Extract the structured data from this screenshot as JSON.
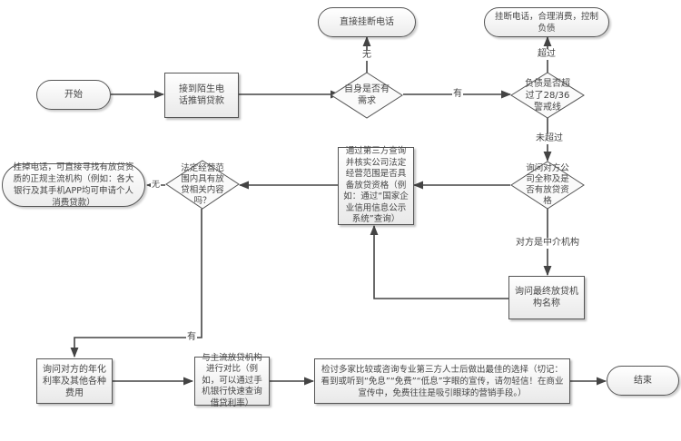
{
  "diagram": {
    "title": "",
    "nodes": {
      "start": {
        "label": "开始",
        "shape": "terminal"
      },
      "receive_call": {
        "label": "接到陌生电话推销贷款",
        "shape": "process"
      },
      "need_check": {
        "label": "自身是否有需求",
        "shape": "decision"
      },
      "hang_up_direct": {
        "label": "直接挂断电话",
        "shape": "terminal"
      },
      "debt_check": {
        "label": "负债是否超过了28/36警戒线",
        "shape": "decision"
      },
      "hang_up_control": {
        "label": "挂断电话，合理消费，控制负债",
        "shape": "terminal"
      },
      "ask_company": {
        "label": "询问对方公司全称及是否有放贷资格",
        "shape": "decision"
      },
      "verify_scope": {
        "label": "通过第三方查询并核实公司法定经营范围是否具备放贷资格（例如：通过“国家企业信用信息公示系统”查询）",
        "shape": "process"
      },
      "scope_check": {
        "label": "法定经营范围内具有放贷相关内容吗？",
        "shape": "decision"
      },
      "hang_up_mainstream": {
        "label": "挂掉电话，可直接寻找有放贷资质的正规主流机构（例如：各大银行及其手机APP均可申请个人消费贷款）",
        "shape": "terminal"
      },
      "ask_lender_name": {
        "label": "询问最终放贷机构名称",
        "shape": "process"
      },
      "ask_rate": {
        "label": "询问对方的年化利率及其他各种费用",
        "shape": "process"
      },
      "compare": {
        "label": "与主流放贷机构进行对比（例如，可以通过手机银行快速查询借贷利率）",
        "shape": "process"
      },
      "consult": {
        "label": "检讨多家比较或咨询专业第三方人士后做出最佳的选择（切记：看到或听到“免息”“免费”“低息”字眼的宣传，请勿轻信！在商业宣传中，免费往往是吸引眼球的营销手段。）",
        "shape": "process"
      },
      "end": {
        "label": "结束",
        "shape": "terminal"
      }
    },
    "edge_labels": {
      "no_need": "无",
      "has_need": "有",
      "exceeded": "超过",
      "not_exceeded": "未超过",
      "intermediary": "对方是中介机构",
      "scope_no": "无",
      "scope_yes": "有"
    },
    "colors": {
      "line": "#444444",
      "node_border": "#555555",
      "node_fill_top": "#ffffff",
      "node_fill_bottom": "#e9e9e9",
      "text": "#444444"
    }
  }
}
